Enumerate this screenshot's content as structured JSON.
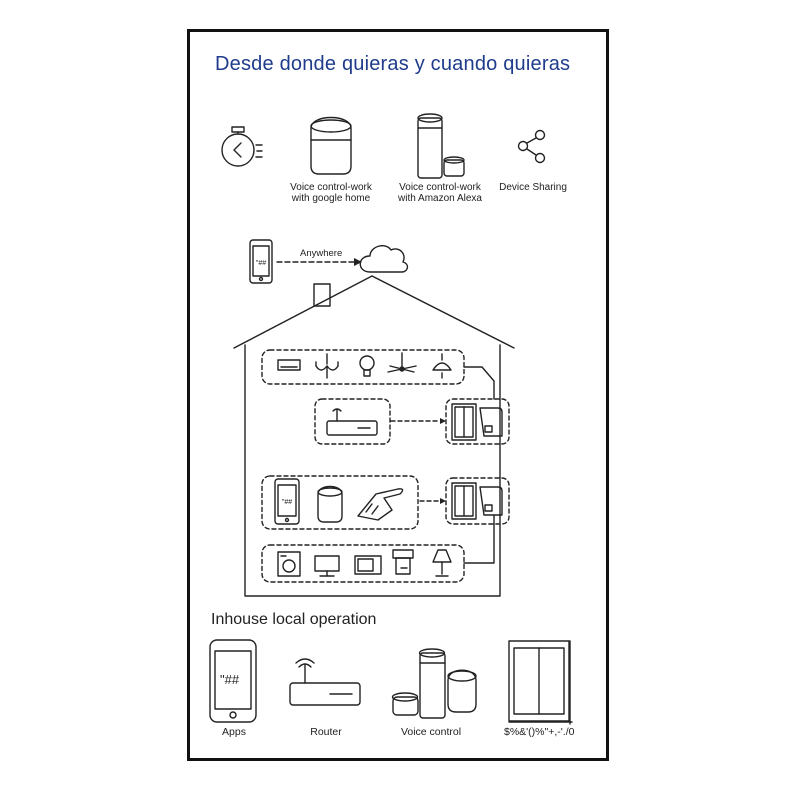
{
  "header": {
    "title": "Desde donde quieras y cuando quieras"
  },
  "features": {
    "google_caption_1": "Voice control-work",
    "google_caption_2": "with google home",
    "alexa_caption_1": "Voice control-work",
    "alexa_caption_2": "with Amazon Alexa",
    "sharing_caption": "Device Sharing"
  },
  "remote": {
    "phone_text": "\"##",
    "anywhere_label": "Anywhere"
  },
  "house": {
    "phone_text": "\"##"
  },
  "inhouse": {
    "title": "Inhouse local operation",
    "phone_text": "\"##",
    "apps_label": "Apps",
    "router_label": "Router",
    "voice_label": "Voice control",
    "switch_label": "$%&'()%\"+,-'./0"
  },
  "icons": [
    "stopwatch-icon",
    "google-home-icon",
    "amazon-echo-icon",
    "share-icon",
    "phone-icon",
    "cloud-icon",
    "air-conditioner-icon",
    "chandelier-icon",
    "bulb-icon",
    "ceiling-fan-icon",
    "pendant-lamp-icon",
    "router-icon",
    "smart-speaker-icon",
    "finger-touch-icon",
    "wall-switch-icon",
    "washing-machine-icon",
    "tv-icon",
    "microwave-icon",
    "coffee-machine-icon",
    "table-lamp-icon"
  ],
  "colors": {
    "title": "#1f3c8c",
    "line": "#222222",
    "frame": "#111111"
  }
}
